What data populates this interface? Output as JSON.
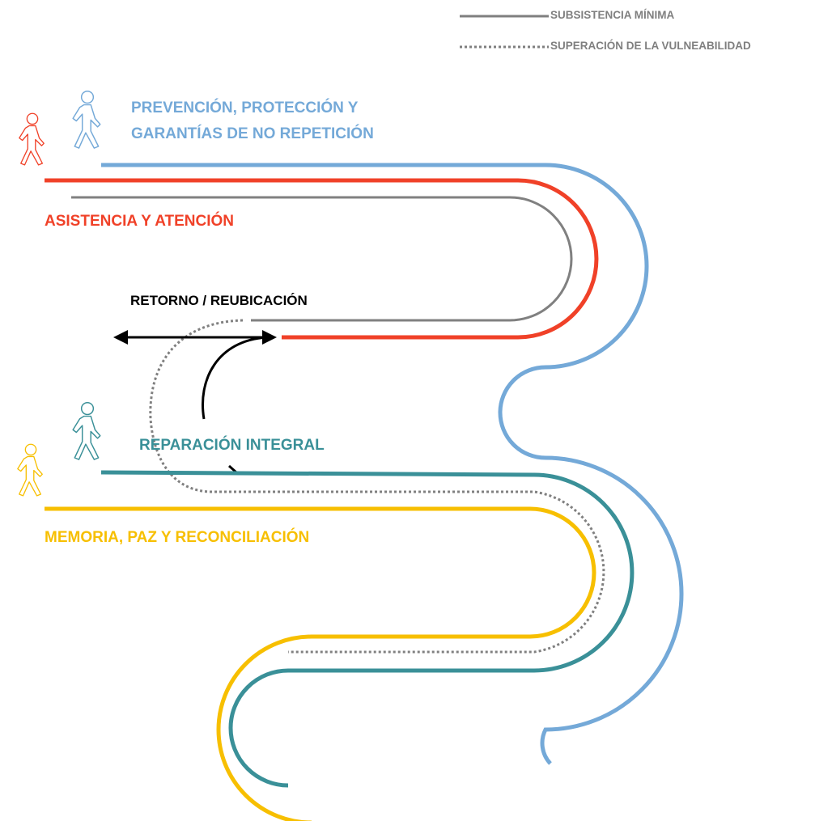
{
  "colors": {
    "blue": "#74a9d8",
    "red": "#f04128",
    "gray": "#808080",
    "teal": "#3a9098",
    "yellow": "#f7bf00",
    "black": "#000000",
    "legend_text": "#7f7f7f"
  },
  "legend": {
    "solid_label": "SUBSISTENCIA MÍNIMA",
    "dotted_label": "SUPERACIÓN DE LA VULNEABILIDAD"
  },
  "labels": {
    "prevencion_line1": "PREVENCIÓN, PROTECCIÓN Y",
    "prevencion_line2": "GARANTÍAS DE NO REPETICIÓN",
    "asistencia": "ASISTENCIA Y ATENCIÓN",
    "retorno": "RETORNO / REUBICACIÓN",
    "reparacion": "REPARACIÓN INTEGRAL",
    "memoria": "MEMORIA, PAZ Y RECONCILIACIÓN"
  },
  "icons": {
    "walker_red": "person-walking-icon",
    "walker_blue_top": "person-walking-icon",
    "walker_teal": "person-walking-icon",
    "walker_yellow": "person-walking-icon",
    "arrow_retorno": "double-headed-arrow-icon"
  }
}
